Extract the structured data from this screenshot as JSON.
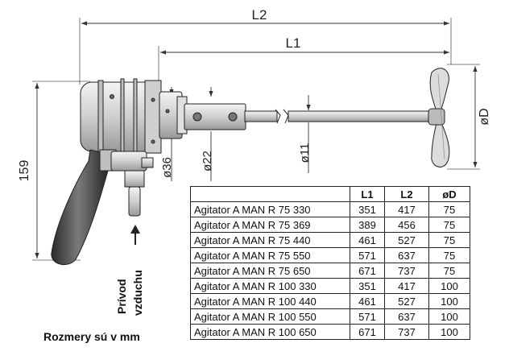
{
  "dimensions": {
    "l2": "L2",
    "l1": "L1",
    "diameter_d": "øD",
    "height": "159",
    "d36": "ø36",
    "d22": "ø22",
    "d11": "ø11"
  },
  "air_inlet": {
    "line1": "Prívod",
    "line2": "vzduchu"
  },
  "units_note": "Rozmery sú v mm",
  "table": {
    "headers": [
      "",
      "L1",
      "L2",
      "øD"
    ],
    "rows": [
      {
        "name": "Agitator A MAN R 75 330",
        "l1": "351",
        "l2": "417",
        "d": "75"
      },
      {
        "name": "Agitator A MAN R 75 369",
        "l1": "389",
        "l2": "456",
        "d": "75"
      },
      {
        "name": "Agitator A MAN R 75 440",
        "l1": "461",
        "l2": "527",
        "d": "75"
      },
      {
        "name": "Agitator A MAN R 75 550",
        "l1": "571",
        "l2": "637",
        "d": "75"
      },
      {
        "name": "Agitator A MAN R 75 650",
        "l1": "671",
        "l2": "737",
        "d": "75"
      },
      {
        "name": "Agitator A MAN R 100 330",
        "l1": "351",
        "l2": "417",
        "d": "100"
      },
      {
        "name": "Agitator A MAN R 100 440",
        "l1": "461",
        "l2": "527",
        "d": "100"
      },
      {
        "name": "Agitator A MAN R 100 550",
        "l1": "571",
        "l2": "637",
        "d": "100"
      },
      {
        "name": "Agitator A MAN R 100 650",
        "l1": "671",
        "l2": "737",
        "d": "100"
      }
    ]
  }
}
